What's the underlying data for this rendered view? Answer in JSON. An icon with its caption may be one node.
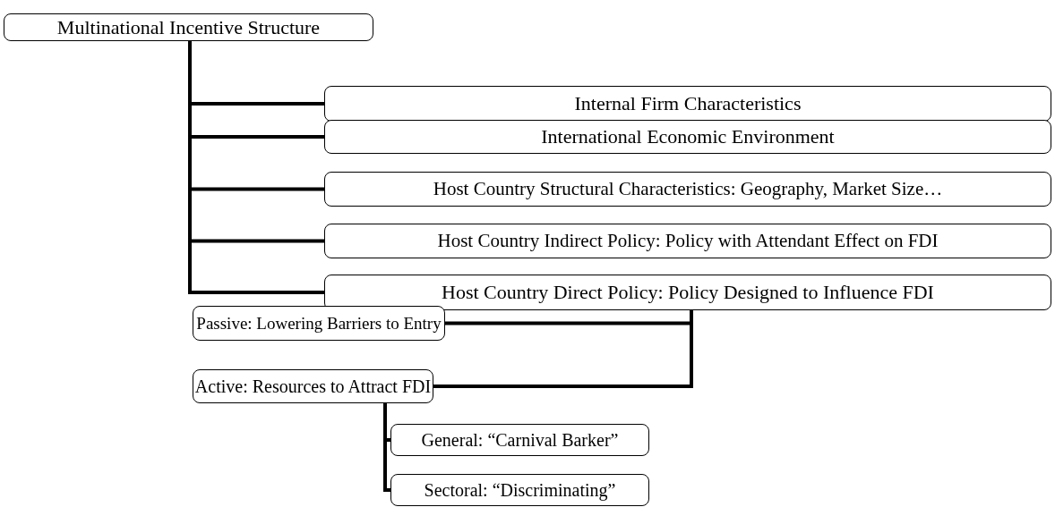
{
  "diagram": {
    "nodes": [
      {
        "text": [
          "Multinational Incentive Structure"
        ]
      },
      {
        "text": [
          "Internal Firm Characteristics"
        ]
      },
      {
        "text": [
          "International Economic Environment"
        ]
      },
      {
        "text": [
          "Host Country Structural Characteristics: Geography, Market Size…"
        ]
      },
      {
        "text": [
          "Host Country Indirect Policy: Policy with Attendant Effect on FDI"
        ]
      },
      {
        "text": [
          "Host Country Direct Policy: Policy Designed to Influence FDI"
        ]
      },
      {
        "text": [
          "Passive: Lowering Barriers to Entry"
        ]
      },
      {
        "text": [
          "Active: Resources to Attract FDI"
        ]
      },
      {
        "text": [
          "General: “Carnival Barker”"
        ]
      },
      {
        "text": [
          "Sectoral: “Discriminating”"
        ]
      }
    ],
    "edges": [
      {
        "from": 0,
        "to": 1,
        "arrow": "none"
      },
      {
        "from": 0,
        "to": 2,
        "arrow": "none"
      },
      {
        "from": 0,
        "to": 3,
        "arrow": "none"
      },
      {
        "from": 0,
        "to": 4,
        "arrow": "none"
      },
      {
        "from": 0,
        "to": 5,
        "arrow": "none"
      },
      {
        "from": 5,
        "to": 6,
        "arrow": "none"
      },
      {
        "from": 5,
        "to": 7,
        "arrow": "none"
      },
      {
        "from": 7,
        "to": 8,
        "arrow": "none"
      },
      {
        "from": 7,
        "to": 9,
        "arrow": "none"
      }
    ]
  }
}
